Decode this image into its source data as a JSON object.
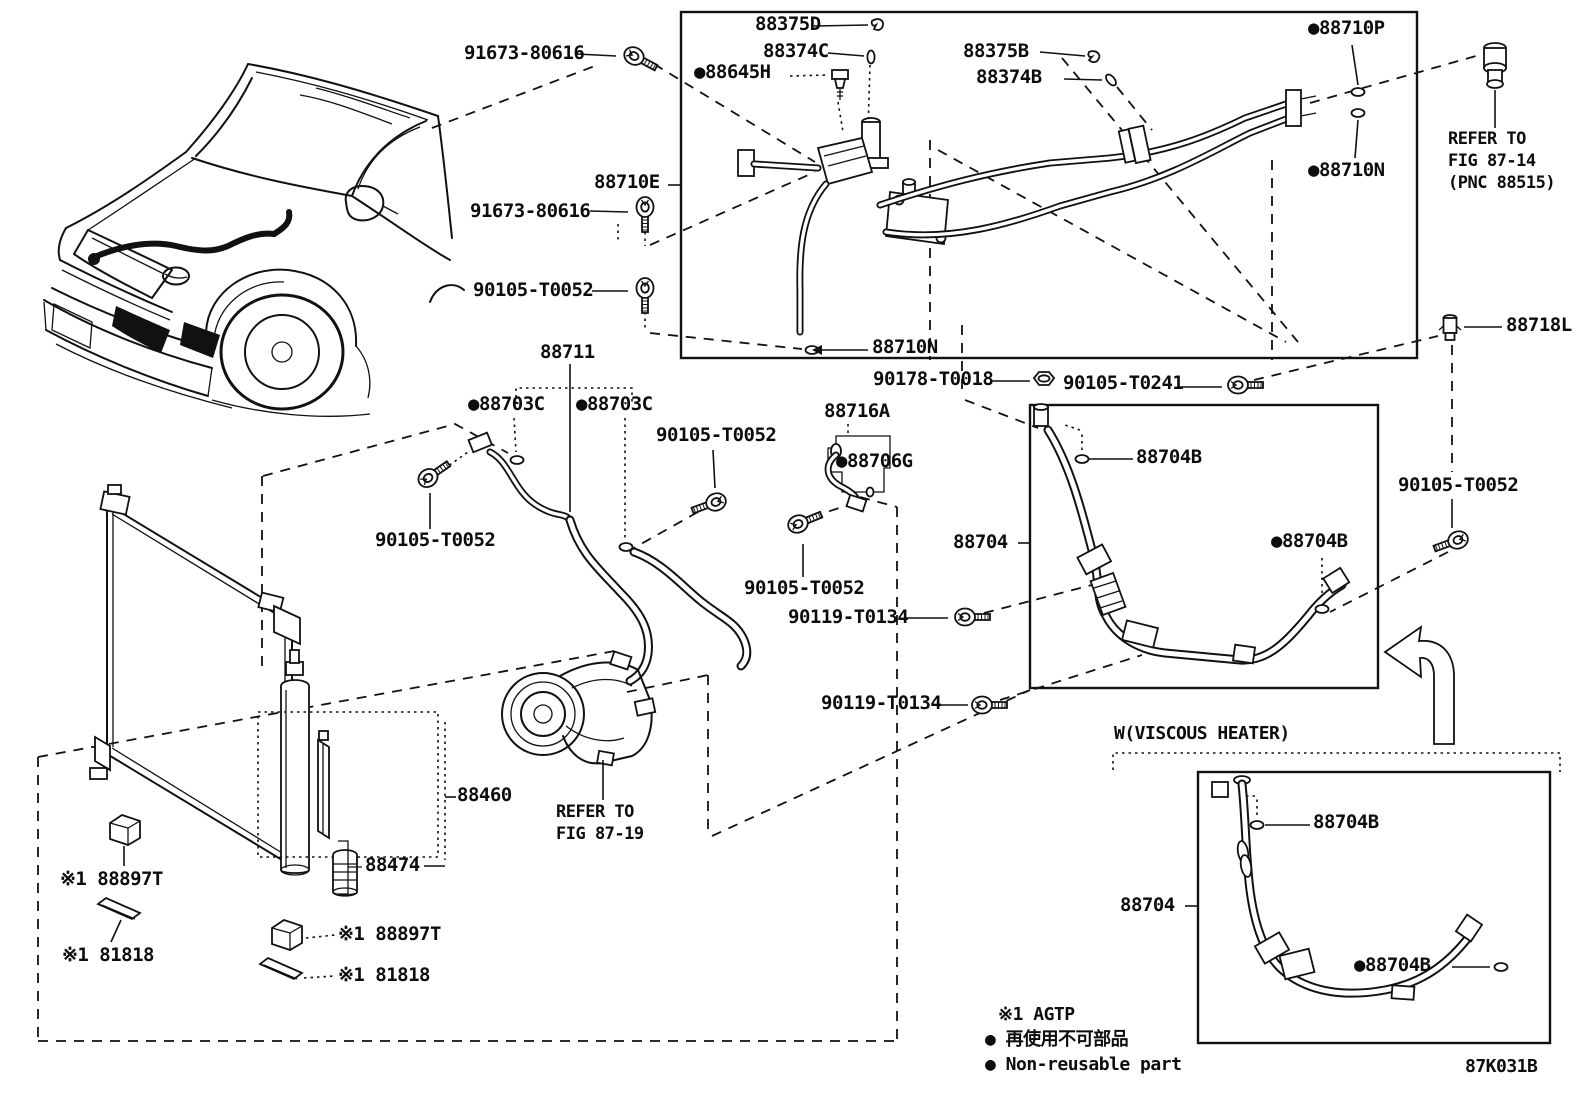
{
  "diagram": {
    "code": "87K031B",
    "legend": {
      "agtp": "※1 AGTP",
      "non_reusable_jp": "● 再使用不可部品",
      "non_reusable_en": "● Non-reusable part"
    },
    "refs": {
      "fig8714_1": "REFER TO",
      "fig8714_2": "FIG 87-14",
      "fig8714_3": "(PNC 88515)",
      "fig8719_1": "REFER TO",
      "fig8719_2": "FIG 87-19",
      "viscous": "W(VISCOUS HEATER)"
    },
    "labels": {
      "l01": "88375D",
      "l02": "88374C",
      "l03": "●88645H",
      "l04": "88375B",
      "l05": "88374B",
      "l06": "●88710P",
      "l07": "●88710N",
      "l09": "91673-80616",
      "l10": "88710E",
      "l11": "91673-80616",
      "l12": "90105-T0052",
      "l13": "88710N",
      "l14": "90178-T0018",
      "l15": "90105-T0241",
      "l16": "88718L",
      "l17": "88711",
      "l18": "●88703C",
      "l19": "●88703C",
      "l20": "90105-T0052",
      "l21": "90105-T0052",
      "l22": "88716A",
      "l23": "●88706G",
      "l24": "88704B",
      "l25": "88704",
      "l26": "90105-T0052",
      "l27": "●88704B",
      "l28": "90105-T0052",
      "l29": "90119-T0134",
      "l30": "90119-T0134",
      "l31": "88460",
      "l33": "88474",
      "l34": "※1 88897T",
      "l35": "※1 81818",
      "l36": "※1 88897T",
      "l37": "※1 81818",
      "l39": "88704B",
      "l40": "88704",
      "l41": "●88704B"
    }
  }
}
